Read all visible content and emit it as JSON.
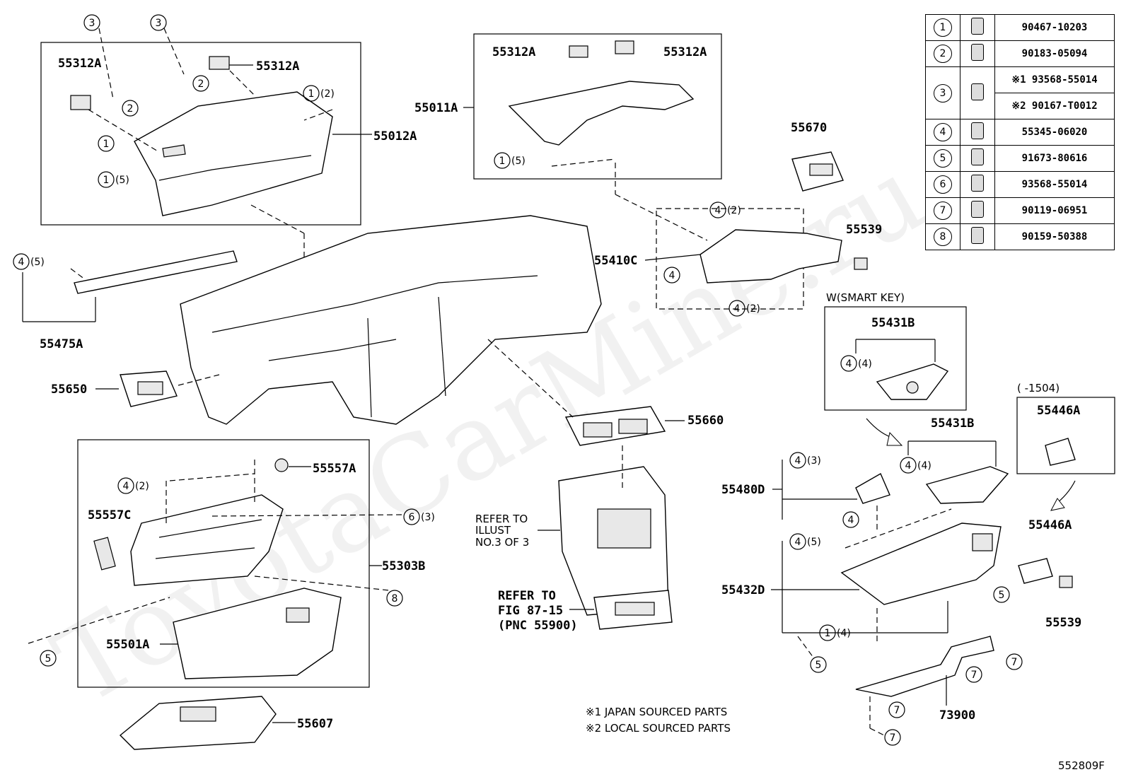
{
  "diagram": {
    "watermark": "ToyotaCarMine.ru",
    "figure_code": "552809F",
    "notes": [
      "※1  JAPAN  SOURCED  PARTS",
      "※2  LOCAL  SOURCED  PARTS"
    ],
    "variant_box_label": "W(SMART  KEY)",
    "date_box_label": "(      -1504)",
    "refer_illust": [
      "REFER TO",
      "ILLUST",
      "NO.3 OF 3"
    ],
    "refer_fig": [
      "REFER  TO",
      "FIG  87-15",
      "(PNC  55900)"
    ],
    "part_labels": {
      "p55312A_a": "55312A",
      "p55312A_b": "55312A",
      "p55312A_c": "55312A",
      "p55312A_d": "55312A",
      "p55012A": "55012A",
      "p55011A": "55011A",
      "p55670": "55670",
      "p55539_a": "55539",
      "p55410C": "55410C",
      "p55475A": "55475A",
      "p55650": "55650",
      "p55431B_a": "55431B",
      "p55431B_b": "55431B",
      "p55446A_a": "55446A",
      "p55446A_b": "55446A",
      "p55660": "55660",
      "p55557A": "55557A",
      "p55557C": "55557C",
      "p55303B": "55303B",
      "p55501A": "55501A",
      "p55607": "55607",
      "p55480D": "55480D",
      "p55432D": "55432D",
      "p55539_b": "55539",
      "p73900": "73900"
    },
    "fastener_callouts": {
      "c3a": "3",
      "c3b": "3",
      "c2a": "2",
      "c2b": "2",
      "c1a": "1",
      "c1b": "1",
      "c1c": "1",
      "c1d": "1",
      "c1e": "1",
      "c4a": "4",
      "c4b": "4",
      "c4c": "4",
      "c4d": "4",
      "c4e": "4",
      "c4f": "4",
      "c4g": "4",
      "c4h": "4",
      "c4i": "4",
      "c4j": "4",
      "c6": "6",
      "c8": "8",
      "c5a": "5",
      "c5b": "5",
      "c5c": "5",
      "c7a": "7",
      "c7b": "7",
      "c7c": "7",
      "c7d": "7"
    },
    "qty_suffix": {
      "q2a": "(2)",
      "q5a": "(5)",
      "q5b": "(5)",
      "q5c": "(5)",
      "q2b": "(2)",
      "q2c": "(2)",
      "q4a": "(4)",
      "q4b": "(4)",
      "q2d": "(2)",
      "q3a": "(3)",
      "q3b": "(3)",
      "q5d": "(5)",
      "q4c": "(4)"
    }
  },
  "legend": {
    "rows": [
      {
        "num": "1",
        "icon": "clip-icon",
        "part": "90467-10203"
      },
      {
        "num": "2",
        "icon": "nut-icon",
        "part": "90183-05094"
      },
      {
        "num": "3",
        "icon": "screw-icon",
        "part": "※1 93568-55014",
        "part2": "※2 90167-T0012"
      },
      {
        "num": "4",
        "icon": "clip-icon",
        "part": "55345-06020"
      },
      {
        "num": "5",
        "icon": "screw-icon",
        "part": "91673-80616"
      },
      {
        "num": "6",
        "icon": "screw-icon",
        "part": "93568-55014"
      },
      {
        "num": "7",
        "icon": "screw-icon",
        "part": "90119-06951"
      },
      {
        "num": "8",
        "icon": "screw-icon",
        "part": "90159-50388"
      }
    ]
  }
}
